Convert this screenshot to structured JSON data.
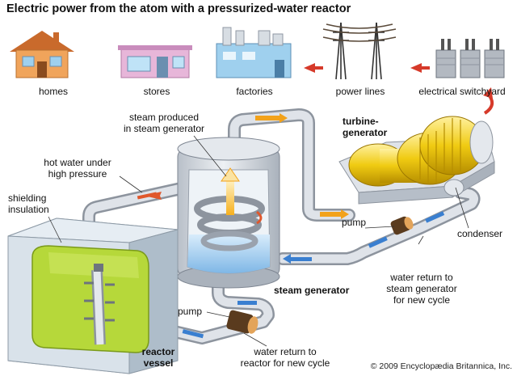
{
  "title": "Electric power from the atom with a pressurized-water reactor",
  "top_row": {
    "homes": "homes",
    "stores": "stores",
    "factories": "factories",
    "power_lines": "power lines",
    "switchyard": "electrical switchyard"
  },
  "labels": {
    "steam_produced": [
      "steam produced",
      "in steam generator"
    ],
    "hot_water": [
      "hot water under",
      "high pressure"
    ],
    "shielding": [
      "shielding",
      "insulation"
    ],
    "turbine_generator": [
      "turbine-",
      "generator"
    ],
    "pump_upper": "pump",
    "condenser": "condenser",
    "steam_generator": "steam generator",
    "water_return_sg": [
      "water return to",
      "steam generator",
      "for new cycle"
    ],
    "pump_lower": "pump",
    "reactor_vessel": [
      "reactor",
      "vessel"
    ],
    "water_return_reactor": [
      "water return to",
      "reactor for new cycle"
    ]
  },
  "copyright": "© 2009 Encyclopædia Britannica, Inc.",
  "colors": {
    "pipe": "#c9ced6",
    "pipe_edge": "#8d949e",
    "hot_flow": "#e0572b",
    "cold_flow": "#3a7fd0",
    "steam_flow": "#f2a21b",
    "reactor_core": "#b6d83a",
    "turbine": "#e8c200",
    "arrow_red": "#d63a2a",
    "house": "#f0a45b",
    "store": "#e7b6d9",
    "factory": "#9fd0ee"
  },
  "icons": [
    "house-icon",
    "store-icon",
    "factory-icon",
    "power-pylon-icon",
    "switchyard-icon",
    "red-arrow-icon",
    "pump-icon"
  ]
}
